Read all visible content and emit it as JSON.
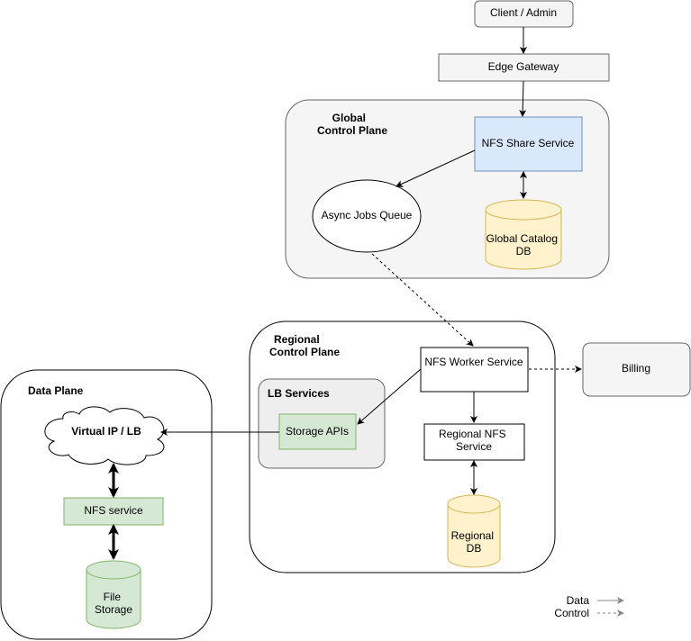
{
  "nodes": {
    "client": "Client / Admin",
    "edge_gateway": "Edge Gateway",
    "nfs_share_service": "NFS Share Service",
    "async_jobs_queue": "Async Jobs Queue",
    "global_catalog_db": [
      "Global Catalog",
      "DB"
    ],
    "nfs_worker_service": "NFS Worker Service",
    "billing": "Billing",
    "regional_nfs_service": [
      "Regional NFS",
      "Service"
    ],
    "regional_db": [
      "Regional",
      "DB"
    ],
    "storage_apis": "Storage APIs",
    "virtual_ip_lb": "Virtual IP / LB",
    "nfs_service": "NFS service",
    "file_storage": [
      "File",
      "Storage"
    ]
  },
  "groups": {
    "global_control_plane": [
      "Global",
      "Control Plane"
    ],
    "regional_control_plane": [
      "Regional",
      "Control Plane"
    ],
    "lb_services": "LB Services",
    "data_plane": "Data Plane"
  },
  "legend": {
    "data": "Data",
    "control": "Control"
  },
  "colors": {
    "blue_fill": "#dae8fc",
    "blue_stroke": "#6c8ebf",
    "yellow_fill": "#fff2cc",
    "yellow_stroke": "#d6b656",
    "green_fill": "#d5e8d4",
    "green_stroke": "#82b366",
    "gray_fill": "#f5f5f5",
    "gray_stroke": "#666666",
    "lb_fill": "#eeeeee"
  }
}
